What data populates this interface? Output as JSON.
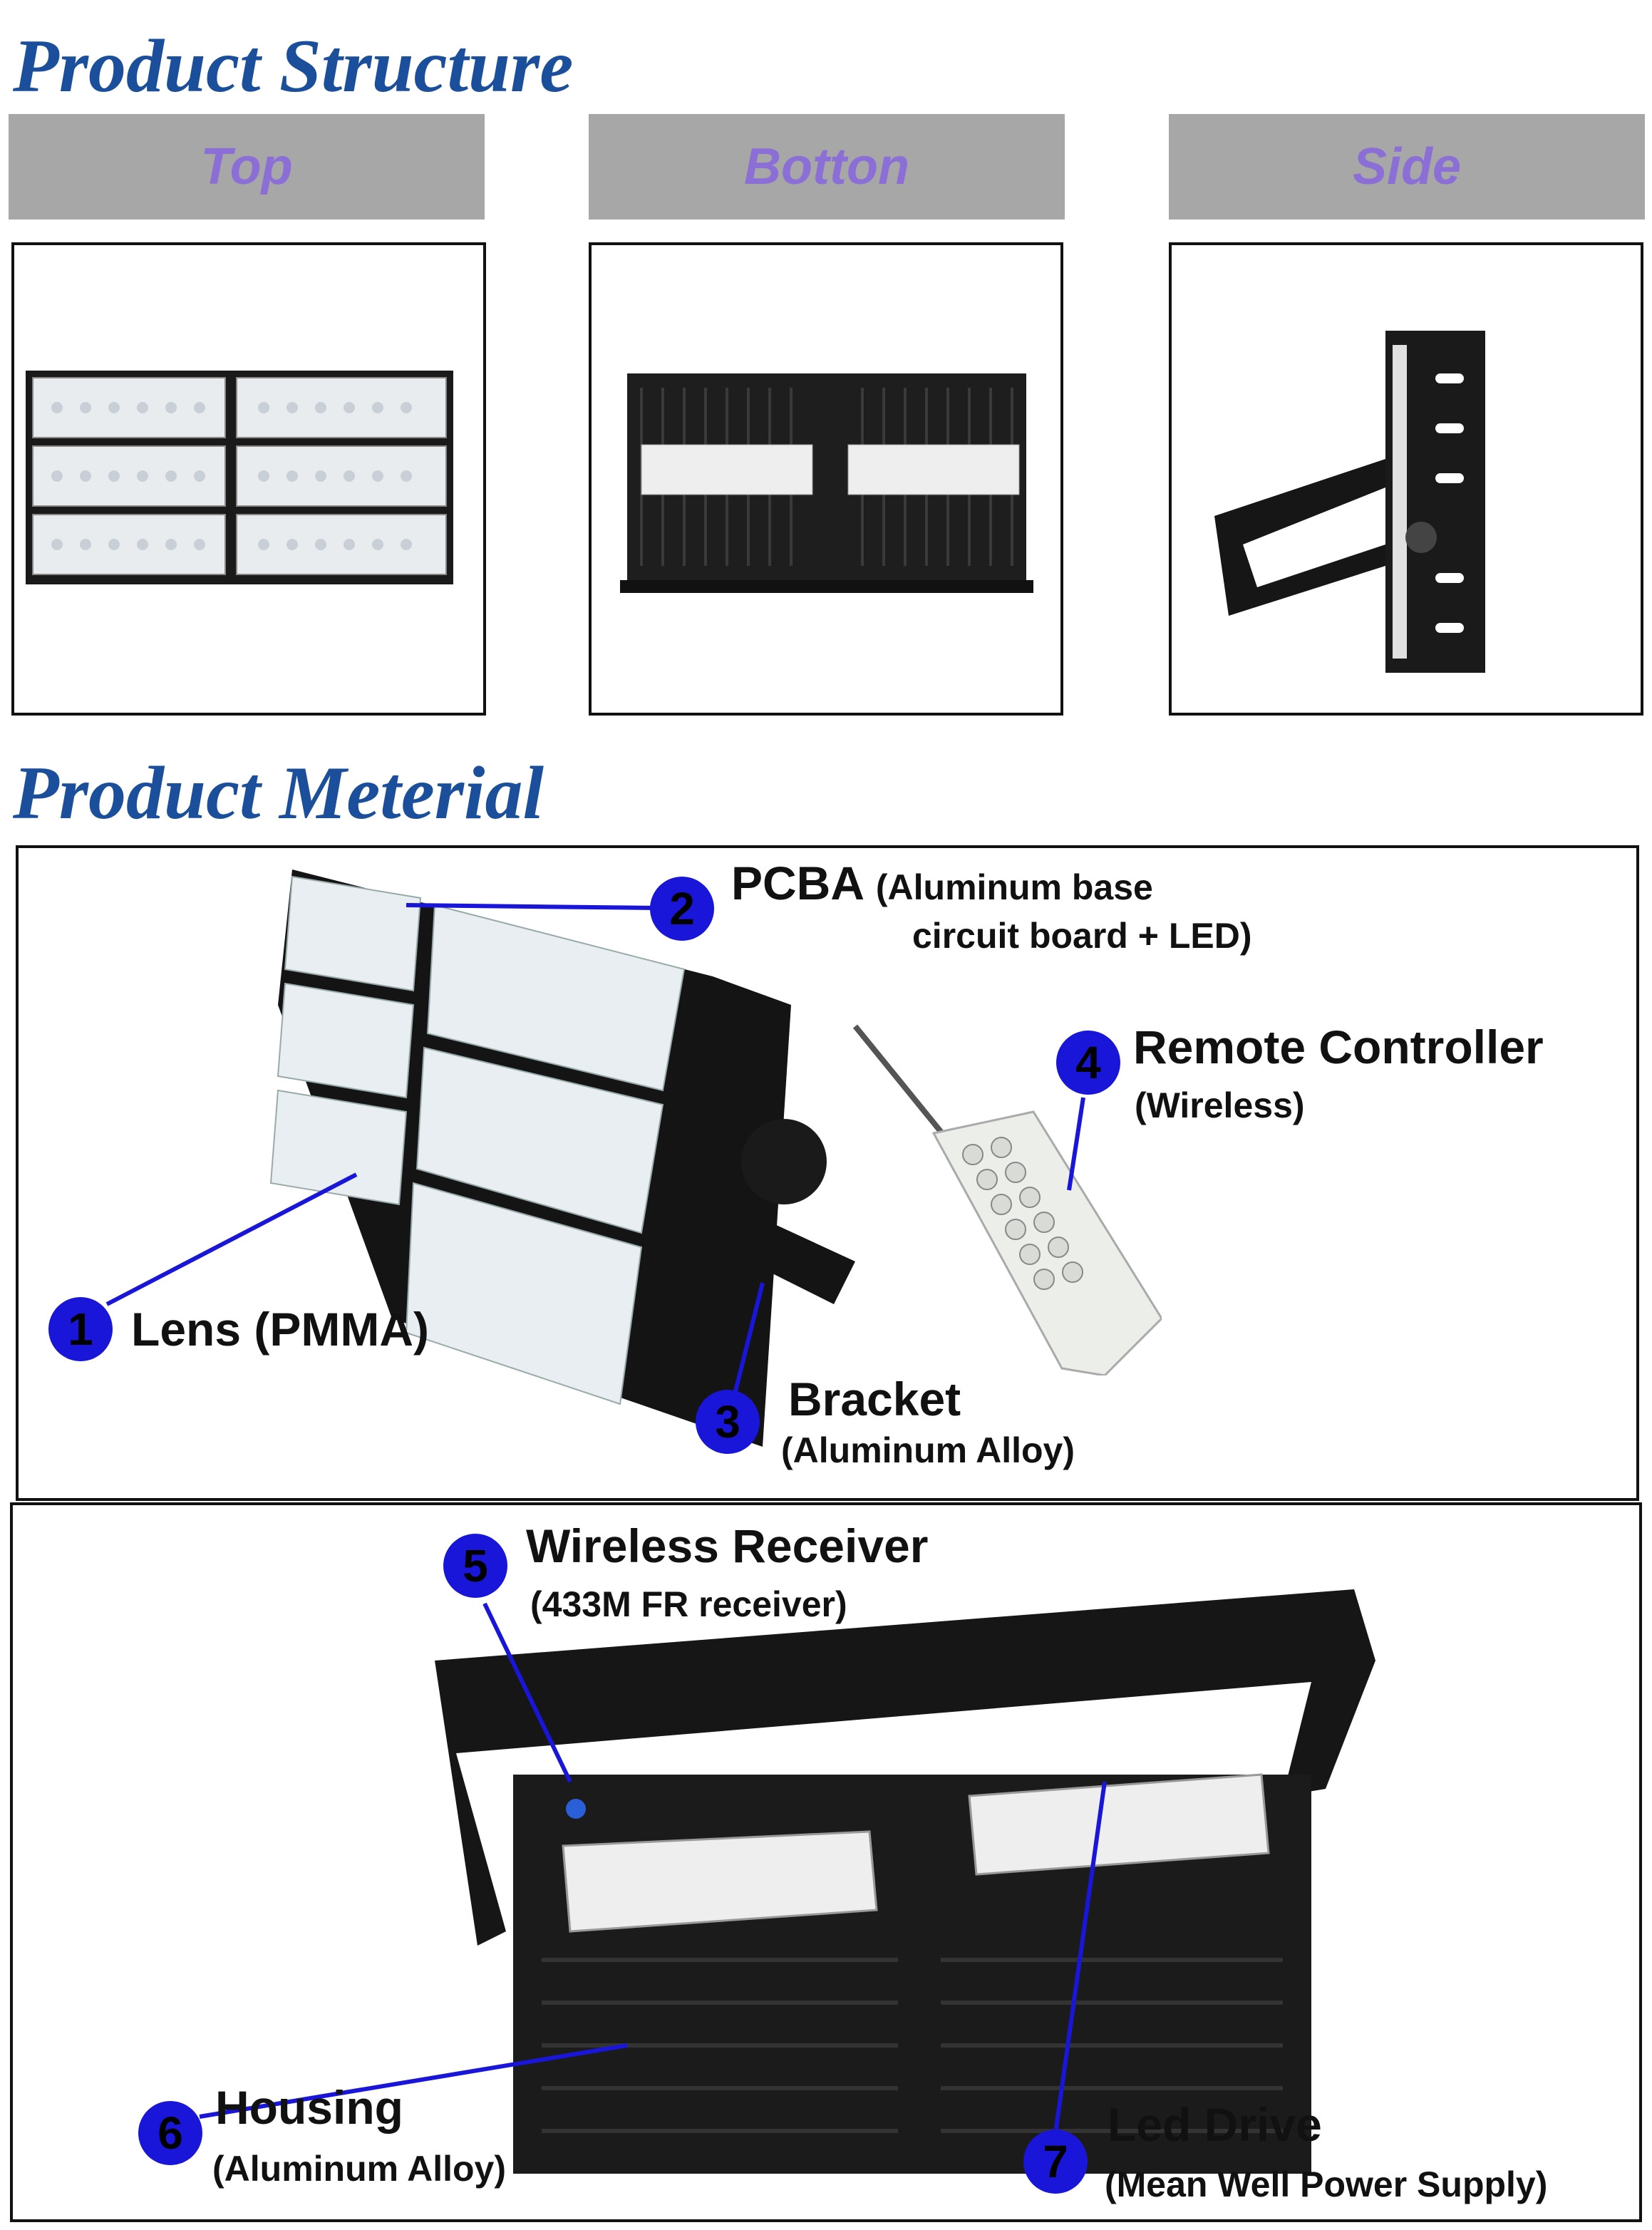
{
  "sections": {
    "structure_title": "Product Structure",
    "material_title": "Product Meterial"
  },
  "views": {
    "top": "Top",
    "bottom": "Botton",
    "side": "Side"
  },
  "parts": [
    {
      "number": "1",
      "name": "Lens (PMMA)",
      "detail": ""
    },
    {
      "number": "2",
      "name": "PCBA",
      "detail": "(Aluminum base",
      "detail2": "circuit board + LED)"
    },
    {
      "number": "3",
      "name": "Bracket",
      "detail": "(Aluminum Alloy)"
    },
    {
      "number": "4",
      "name": "Remote Controller",
      "detail": "(Wireless)"
    },
    {
      "number": "5",
      "name": "Wireless Receiver",
      "detail": "(433M FR receiver)"
    },
    {
      "number": "6",
      "name": "Housing",
      "detail": "(Aluminum Alloy)"
    },
    {
      "number": "7",
      "name": "Led Drive",
      "detail": "(Mean Well Power Supply)"
    }
  ],
  "colors": {
    "heading": "#1b4f9c",
    "tab_bg": "#a7a7a7",
    "tab_text": "#8b6fd6",
    "badge": "#1a16d9",
    "leader": "#1a16d9"
  }
}
